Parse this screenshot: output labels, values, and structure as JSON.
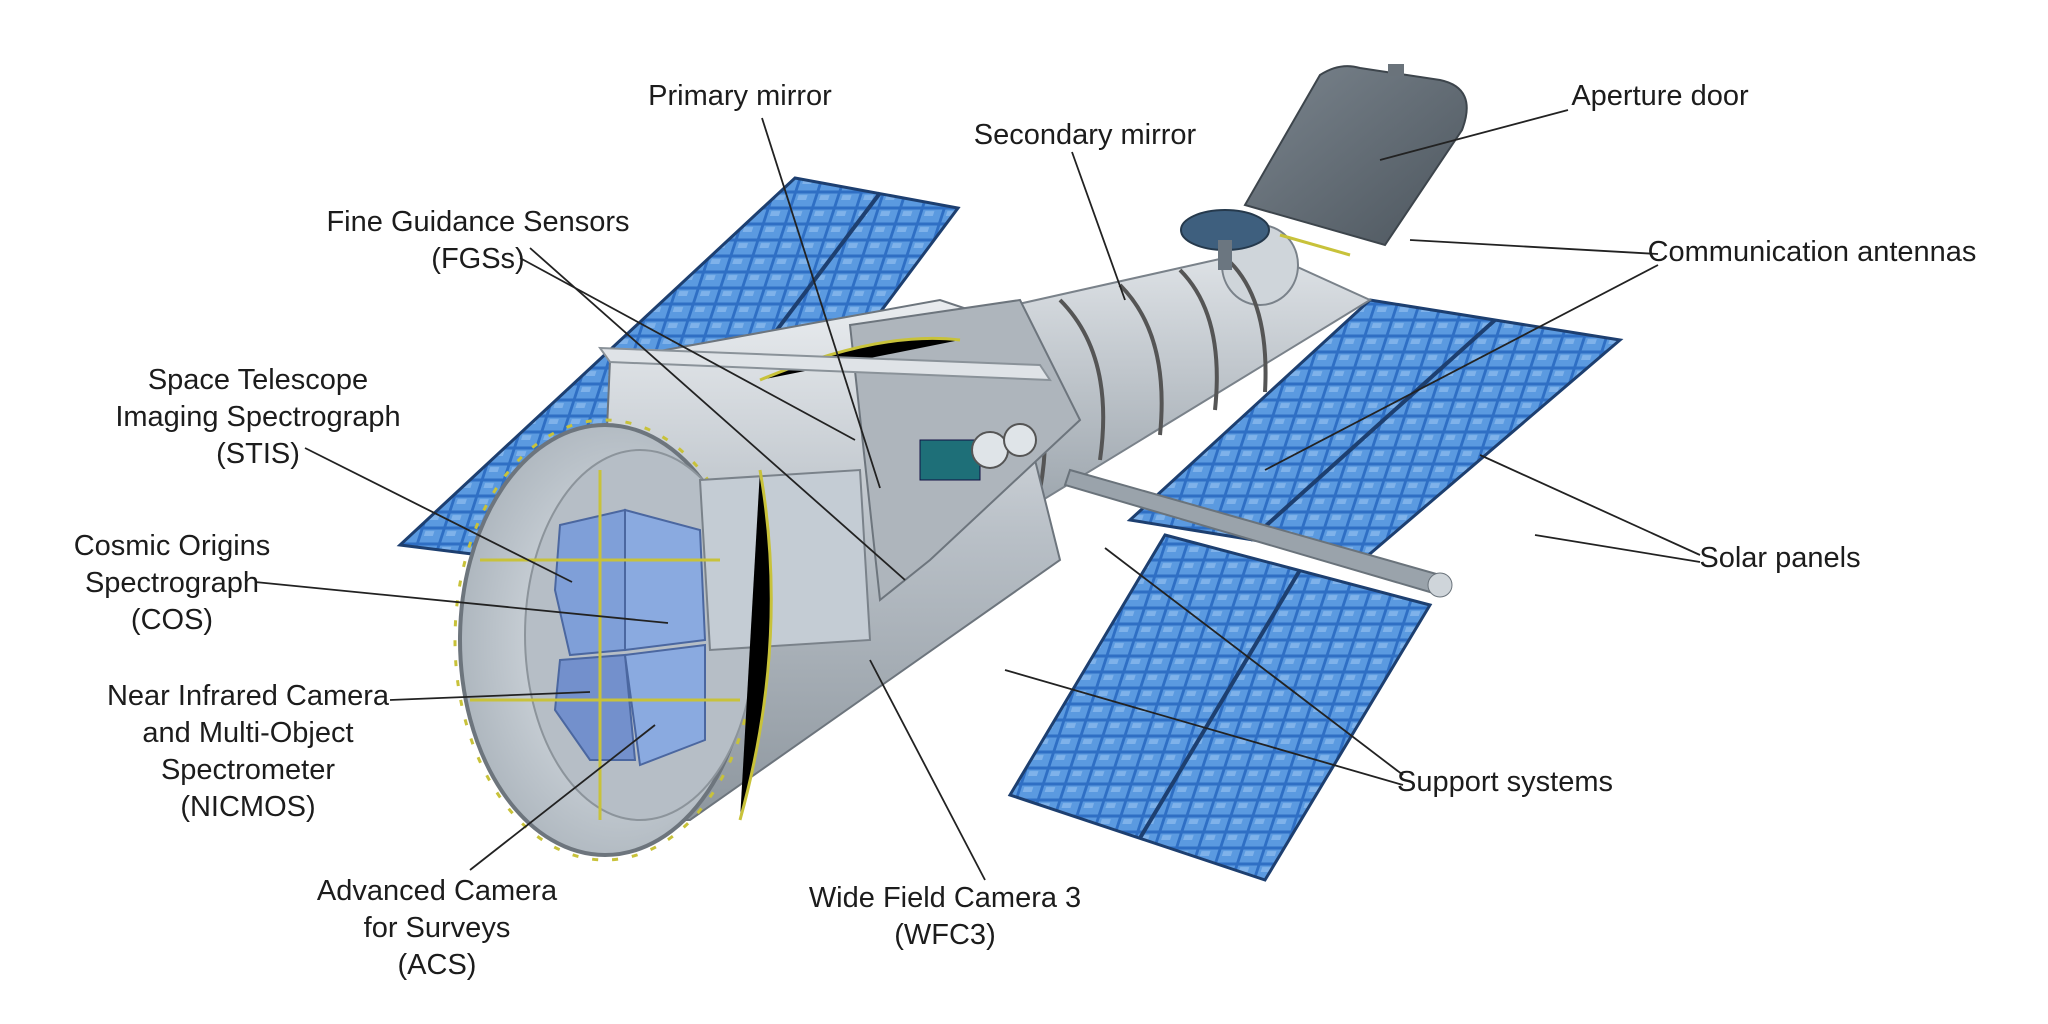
{
  "labels": {
    "primary_mirror": [
      "Primary mirror"
    ],
    "secondary_mirror": [
      "Secondary mirror"
    ],
    "aperture_door": [
      "Aperture door"
    ],
    "fine_guidance": [
      "Fine Guidance Sensors",
      "(FGSs)"
    ],
    "communication": [
      "Communication antennas"
    ],
    "stis": [
      "Space Telescope",
      "Imaging Spectrograph",
      "(STIS)"
    ],
    "cos": [
      "Cosmic Origins",
      "Spectrograph",
      "(COS)"
    ],
    "solar_panels": [
      "Solar panels"
    ],
    "nicmos": [
      "Near Infrared Camera",
      "and Multi-Object",
      "Spectrometer",
      "(NICMOS)"
    ],
    "support": [
      "Support systems"
    ],
    "acs": [
      "Advanced Camera",
      "for Surveys",
      "(ACS)"
    ],
    "wfc3": [
      "Wide Field Camera 3",
      "(WFC3)"
    ]
  },
  "colors": {
    "solar_cell": "#3a7fd0",
    "solar_cell_light": "#7fb4ea",
    "body_silver": "#c9ced4",
    "door": "#5c6670",
    "instrument_blue": "#7f9fd8",
    "handrail": "#c8c23a"
  }
}
